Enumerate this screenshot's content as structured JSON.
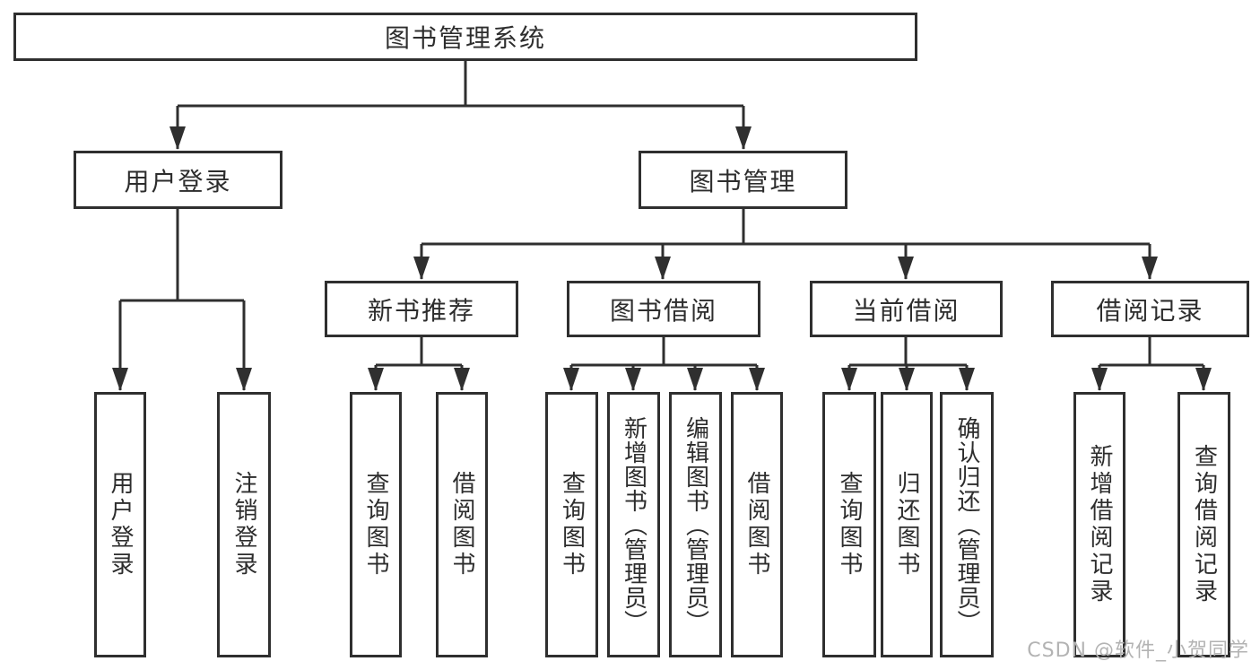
{
  "tree": {
    "label": "图书管理系统",
    "children": [
      {
        "label": "用户登录",
        "children": [
          {
            "label": "用户登录"
          },
          {
            "label": "注销登录"
          }
        ]
      },
      {
        "label": "图书管理",
        "children": [
          {
            "label": "新书推荐",
            "children": [
              {
                "label": "查询图书"
              },
              {
                "label": "借阅图书"
              }
            ]
          },
          {
            "label": "图书借阅",
            "children": [
              {
                "label": "查询图书"
              },
              {
                "label": "新增图书（管理员）"
              },
              {
                "label": "编辑图书（管理员）"
              },
              {
                "label": "借阅图书"
              }
            ]
          },
          {
            "label": "当前借阅",
            "children": [
              {
                "label": "查询图书"
              },
              {
                "label": "归还图书"
              },
              {
                "label": "确认归还（管理员）"
              }
            ]
          },
          {
            "label": "借阅记录",
            "children": [
              {
                "label": "新增借阅记录"
              },
              {
                "label": "查询借阅记录"
              }
            ]
          }
        ]
      }
    ]
  },
  "watermark": "CSDN @软件_小贺同学",
  "colors": {
    "line": "#2f2f2f",
    "box_border": "#2f2f2f",
    "text": "#2d2d2d",
    "watermark": "#b3b3b3",
    "background": "#ffffff"
  }
}
